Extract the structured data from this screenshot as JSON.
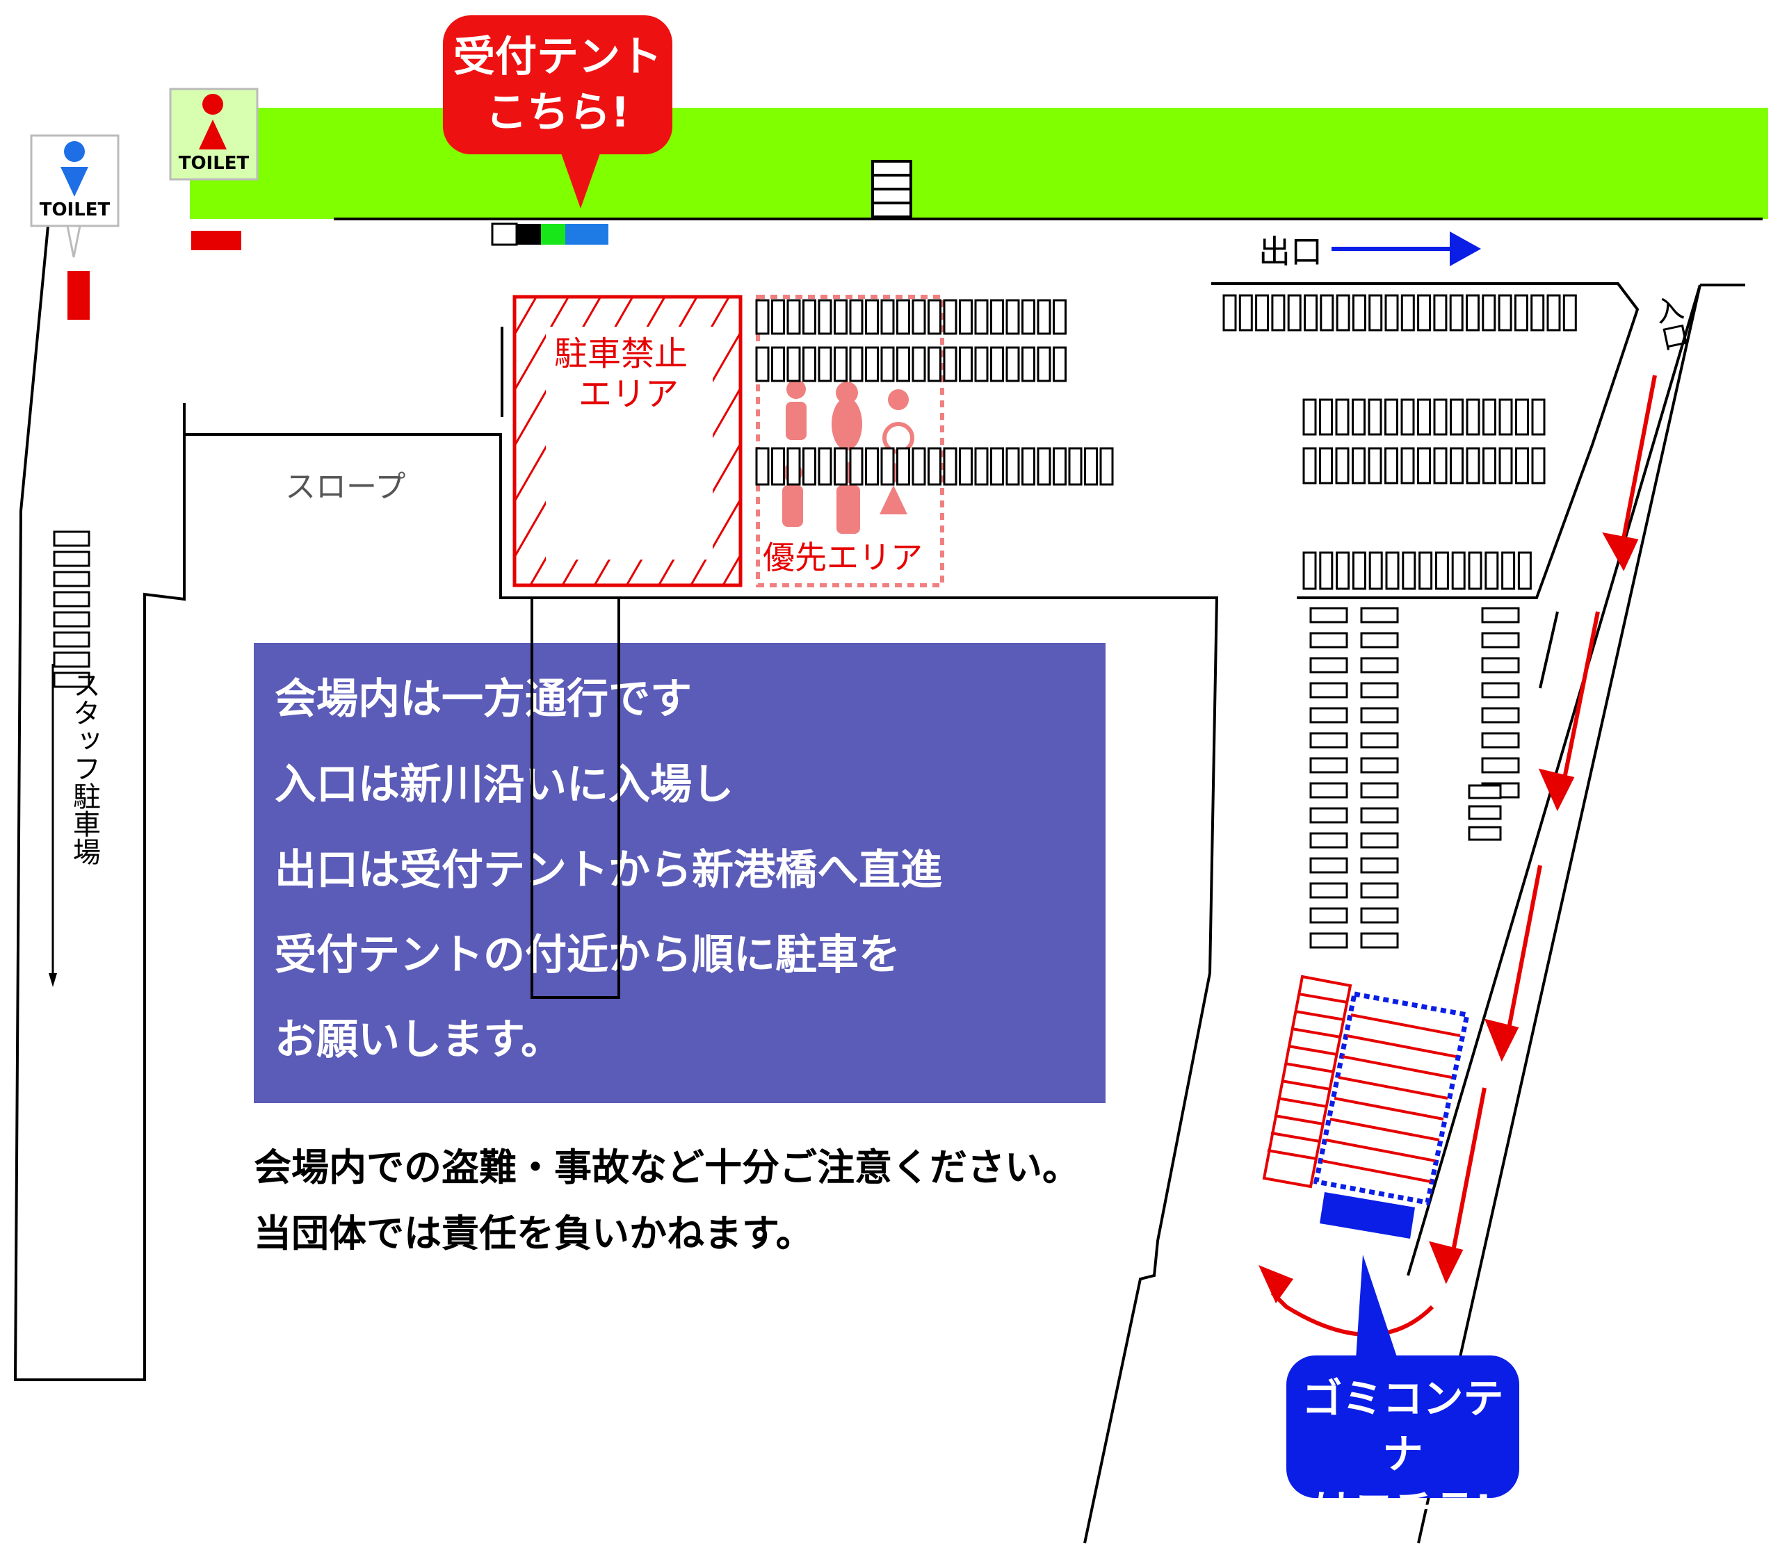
{
  "toilets": [
    {
      "label": "TOILET",
      "color": "#1e6fe6"
    },
    {
      "label": "TOILET",
      "color": "#e60000"
    }
  ],
  "callouts": {
    "reception": {
      "line1": "受付テント",
      "line2": "こちら!",
      "color": "#ee1111"
    },
    "garbage": {
      "line1": "ゴミコンテナ",
      "line2": "はコチラ!",
      "color": "#0a1ee6"
    }
  },
  "labels": {
    "exit": "出口",
    "entrance": "入口",
    "slope": "スロープ",
    "no_parking": [
      "駐車禁止",
      "エリア"
    ],
    "priority": "優先エリア",
    "staff_parking": "スタッフ駐車場"
  },
  "info_box": {
    "lines": [
      "会場内は一方通行です",
      "入口は新川沿いに入場し",
      "出口は受付テントから新港橋へ直進",
      "受付テントの付近から順に駐車を",
      "お願いします。"
    ],
    "color": "#5b5bb8"
  },
  "notice": {
    "lines": [
      "会場内での盗難・事故など十分ご注意ください。",
      "当団体では責任を負いかねます。"
    ]
  },
  "colors": {
    "grass": "#80ff00",
    "red": "#e60000",
    "blue": "#0a1ee6",
    "priority_pink": "#f08080"
  }
}
